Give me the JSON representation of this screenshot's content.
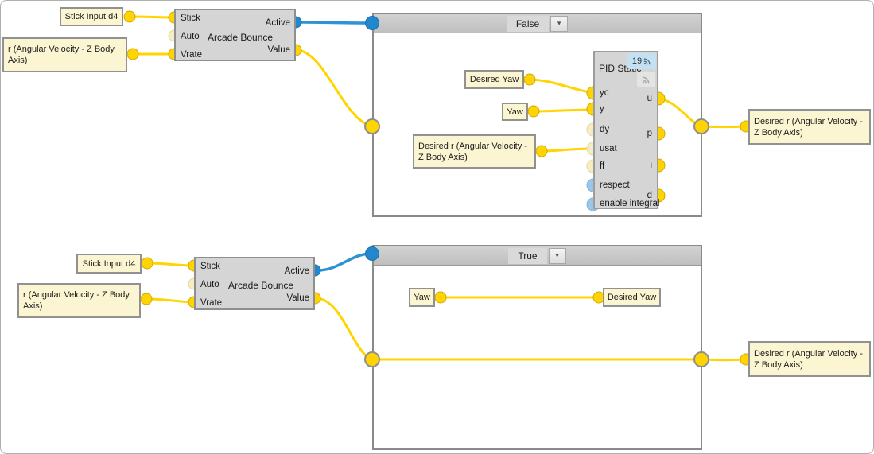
{
  "colors": {
    "wire_yellow": "#FFD400",
    "wire_blue": "#2E93D5",
    "port_connected_yellow": "#FFD400",
    "port_optional_pale": "#F6EDC3",
    "port_boolean_light_blue": "#9AC7E8",
    "port_active_blue": "#2287CC",
    "variable_box_fill": "#FCF5D2",
    "block_fill": "#D5D5D5",
    "container_header": "#C9C9C9"
  },
  "icons": {
    "dropdown_arrow": "▾",
    "badge_broadcast": "broadcast-icon",
    "muted_broadcast": "broadcast-icon"
  },
  "top": {
    "stick_input": {
      "label": "Stick Input d4"
    },
    "rate_input": {
      "label": "r (Angular Velocity - Z Body Axis)"
    },
    "arcade": {
      "title": "Arcade Bounce",
      "port_stick": "Stick",
      "port_auto": "Auto",
      "port_vrate": "Vrate",
      "port_active": "Active",
      "port_value": "Value"
    },
    "container": {
      "selected": "False"
    },
    "desired_yaw": {
      "label": "Desired Yaw"
    },
    "yaw": {
      "label": "Yaw"
    },
    "desired_r_in": {
      "label": "Desired r (Angular Velocity - Z Body Axis)"
    },
    "pid": {
      "title": "PID Static",
      "badge_count": "19",
      "inputs": [
        "yc",
        "y",
        "dy",
        "usat",
        "ff",
        "respect",
        "enable integral"
      ],
      "outputs": [
        "u",
        "p",
        "i",
        "d"
      ]
    },
    "desired_r_out": {
      "label": "Desired r (Angular Velocity - Z Body Axis)"
    }
  },
  "bottom": {
    "stick_input": {
      "label": "Stick Input d4"
    },
    "rate_input": {
      "label": "r (Angular Velocity - Z Body Axis)"
    },
    "arcade": {
      "title": "Arcade Bounce",
      "port_stick": "Stick",
      "port_auto": "Auto",
      "port_vrate": "Vrate",
      "port_active": "Active",
      "port_value": "Value"
    },
    "container": {
      "selected": "True"
    },
    "yaw": {
      "label": "Yaw"
    },
    "desired_yaw": {
      "label": "Desired Yaw"
    },
    "desired_r_out": {
      "label": "Desired r (Angular Velocity - Z Body Axis)"
    }
  }
}
